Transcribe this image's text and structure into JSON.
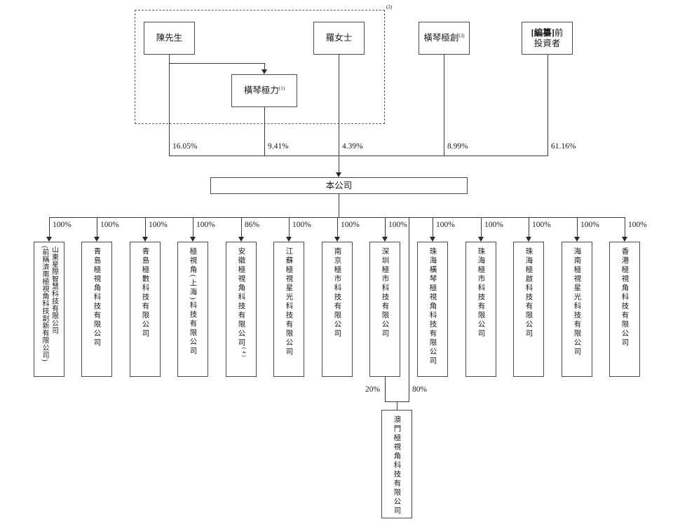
{
  "diagram_title": "shareholding-structure",
  "colors": {
    "line": "#3a3a3a",
    "background": "#ffffff",
    "text": "#1a1a1a"
  },
  "group_note": "(2)",
  "top_entities": [
    {
      "label": "陳先生",
      "percent": "16.05%"
    },
    {
      "label": "橫琴極力",
      "note": "(1)",
      "percent": "9.41%"
    },
    {
      "label": "羅女士",
      "percent": "4.39%"
    },
    {
      "label": "橫琴極創",
      "note": "(3)",
      "percent": "8.99%"
    },
    {
      "bold": "[編纂]",
      "rest": "前",
      "line2": "投資者",
      "percent": "61.16%"
    }
  ],
  "company": {
    "label": "本公司"
  },
  "subsidiaries": [
    {
      "name": "山東星際智慧科技有限公司",
      "former_name": "(前稱濟南極視角科技創新有限公司)",
      "percent": "100%"
    },
    {
      "name": "青島極視角科技有限公司",
      "percent": "100%"
    },
    {
      "name": "青島極數科技有限公司",
      "percent": "100%"
    },
    {
      "name": "極視角(上海)科技有限公司",
      "percent": "100%"
    },
    {
      "name": "安徽極視角科技有限公司",
      "note": "(4)",
      "percent": "86%"
    },
    {
      "name": "江蘇極視星光科技有限公司",
      "percent": "100%"
    },
    {
      "name": "南京極市科技有限公司",
      "percent": "100%"
    },
    {
      "name": "深圳極市科技有限公司",
      "percent": "100%"
    },
    {
      "name": "珠海橫琴極視角科技有限公司",
      "percent": "100%"
    },
    {
      "name": "珠海極市科技有限公司",
      "percent": "100%"
    },
    {
      "name": "珠海極啟科技有限公司",
      "percent": "100%"
    },
    {
      "name": "海南極視星光科技有限公司",
      "percent": "100%"
    },
    {
      "name": "香港極視角科技有限公司",
      "percent": "100%"
    }
  ],
  "macau": {
    "name": "澳門極視角科技有限公司",
    "percent_from_shenzhen": "20%",
    "percent_from_company": "80%"
  }
}
